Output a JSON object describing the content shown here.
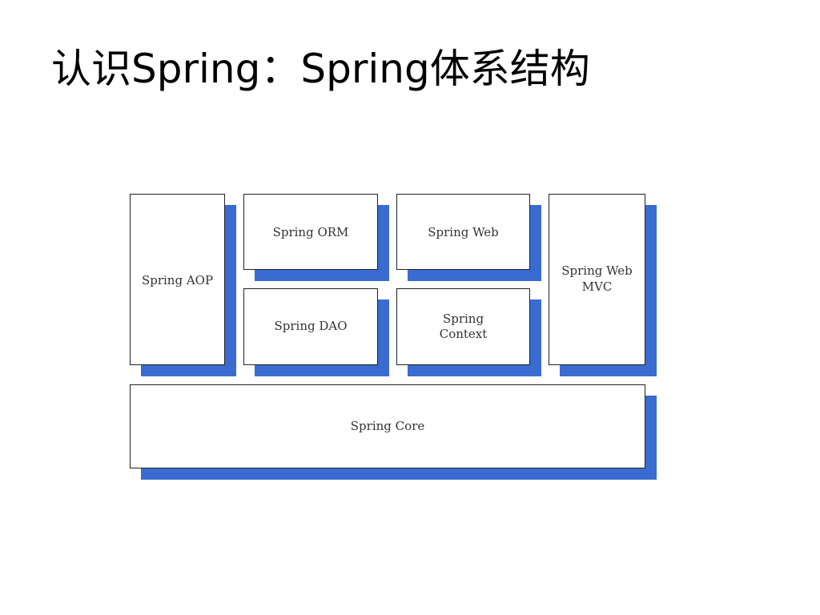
{
  "slide": {
    "title": "认识Spring：Spring体系结构"
  },
  "diagram": {
    "modules": {
      "aop": "Spring AOP",
      "orm": "Spring ORM",
      "web": "Spring Web",
      "web_mvc": "Spring Web MVC",
      "dao": "Spring DAO",
      "context": "Spring Context",
      "core": "Spring Core"
    },
    "colors": {
      "shadow": "#3a6bd0",
      "box_fill": "#ffffff",
      "box_border": "#222222"
    }
  }
}
